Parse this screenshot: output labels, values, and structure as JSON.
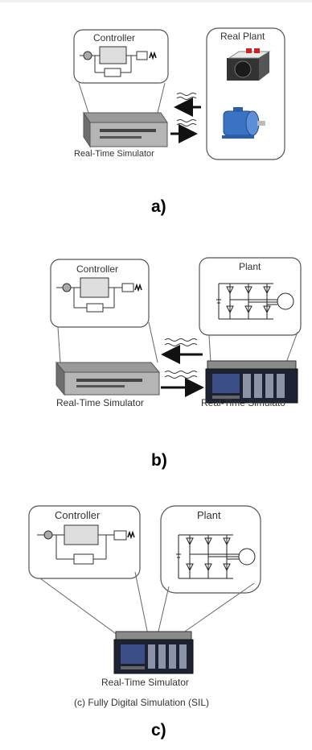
{
  "panel_a": {
    "controller_title": "Controller",
    "plant_title": "Real Plant",
    "simulator_label": "Real-Time Simulator",
    "caption": "a)"
  },
  "panel_b": {
    "controller_title": "Controller",
    "plant_title": "Plant",
    "simulator_left_label": "Real-Time Simulator",
    "simulator_right_label": "Real-Time Simulato",
    "caption": "b)"
  },
  "panel_c": {
    "controller_title": "Controller",
    "plant_title": "Plant",
    "simulator_label": "Real-Time Simulator",
    "subtitle": "(c) Fully Digital Simulation  (SIL)",
    "caption": "c)"
  }
}
